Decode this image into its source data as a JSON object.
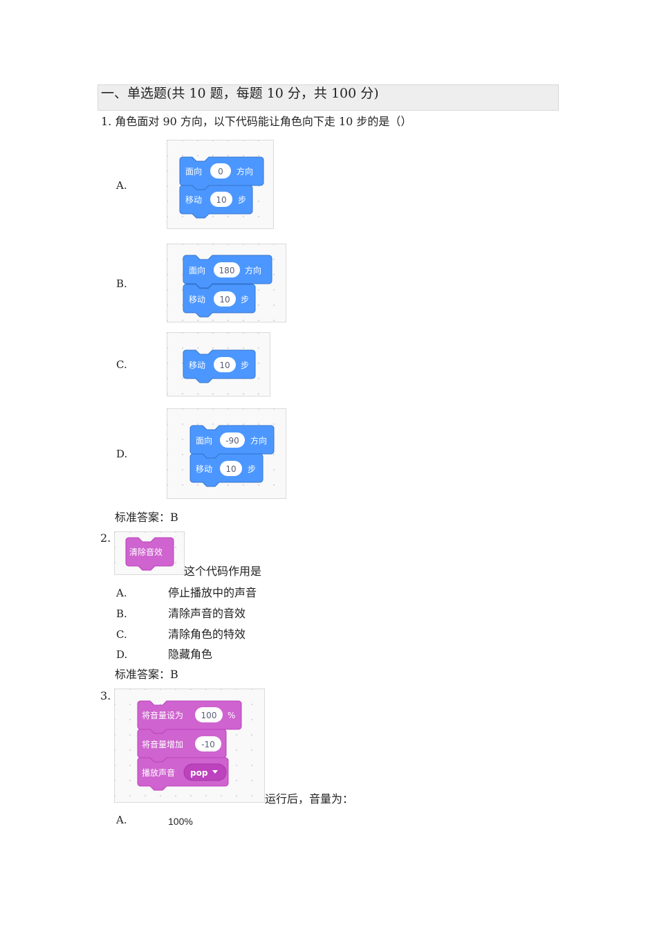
{
  "section": {
    "title": "一、单选题(共 10 题，每题 10 分，共 100 分)"
  },
  "colors": {
    "motion_block": "#4c97ff",
    "motion_block_edge": "#3373cc",
    "sound_block": "#cf63cf",
    "sound_block_edge": "#bd42bd",
    "section_bg": "#eeeeee"
  },
  "q1": {
    "text": "1. 角色面对 90 方向，以下代码能让角色向下走 10 步的是（）",
    "options": [
      {
        "letter": "A.",
        "blocks": {
          "face_label": "面向",
          "face_value": "0",
          "face_suffix": "方向",
          "move_label": "移动",
          "move_value": "10",
          "move_suffix": "步"
        }
      },
      {
        "letter": "B.",
        "blocks": {
          "face_label": "面向",
          "face_value": "180",
          "face_suffix": "方向",
          "move_label": "移动",
          "move_value": "10",
          "move_suffix": "步"
        }
      },
      {
        "letter": "C.",
        "blocks": {
          "move_label": "移动",
          "move_value": "10",
          "move_suffix": "步"
        }
      },
      {
        "letter": "D.",
        "blocks": {
          "face_label": "面向",
          "face_value": "-90",
          "face_suffix": "方向",
          "move_label": "移动",
          "move_value": "10",
          "move_suffix": "步"
        }
      }
    ],
    "answer": "标准答案：B"
  },
  "q2": {
    "number": "2.",
    "block_label": "清除音效",
    "text": "这个代码作用是",
    "options": [
      {
        "letter": "A.",
        "text": "停止播放中的声音"
      },
      {
        "letter": "B.",
        "text": "清除声音的音效"
      },
      {
        "letter": "C.",
        "text": "清除角色的特效"
      },
      {
        "letter": "D.",
        "text": "隐藏角色"
      }
    ],
    "answer": "标准答案：B"
  },
  "q3": {
    "number": "3.",
    "blocks": {
      "set_label": "将音量设为",
      "set_value": "100",
      "set_suffix": "%",
      "change_label": "将音量增加",
      "change_value": "-10",
      "play_label": "播放声音",
      "play_value": "pop"
    },
    "text": "运行后，音量为：",
    "options": [
      {
        "letter": "A.",
        "text": "100%"
      }
    ]
  }
}
